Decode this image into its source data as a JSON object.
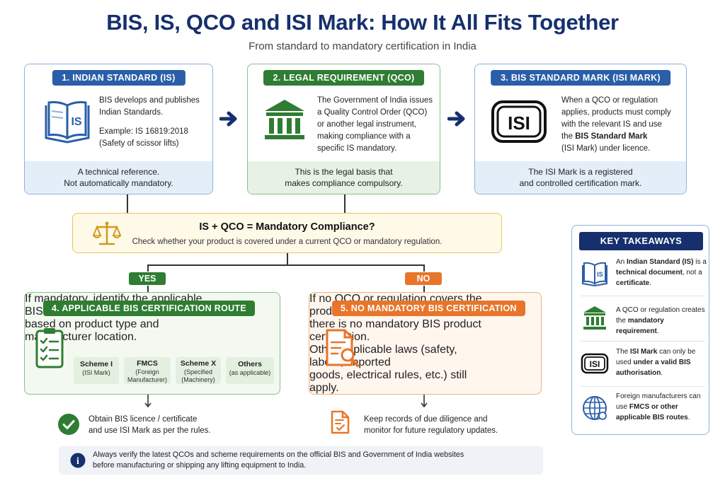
{
  "header": {
    "title": "BIS, IS, QCO and ISI Mark: How It All Fits Together",
    "subtitle": "From standard to mandatory certification in India"
  },
  "colors": {
    "navy": "#16306e",
    "blue": "#2a5ea8",
    "green": "#2e7d32",
    "orange": "#e8752a",
    "amber": "#e8c55a"
  },
  "cards": [
    {
      "pill": "1. INDIAN STANDARD (IS)",
      "lines": [
        "BIS develops and publishes",
        "Indian Standards."
      ],
      "lines2": [
        "Example: IS 16819:2018",
        "(Safety of scissor lifts)"
      ],
      "foot": [
        "A technical reference.",
        "Not automatically mandatory."
      ],
      "icon_label": "IS"
    },
    {
      "pill": "2. LEGAL REQUIREMENT (QCO)",
      "lines": [
        "The Government of India issues",
        "a Quality Control Order (QCO)",
        "or another legal instrument,",
        "making compliance with a",
        "specific IS mandatory."
      ],
      "foot": [
        "This is the legal basis that",
        "makes compliance compulsory."
      ]
    },
    {
      "pill": "3. BIS STANDARD MARK (ISI MARK)",
      "line1": "When a QCO or regulation",
      "line2": "applies, products must comply",
      "line3": "with the relevant IS and use",
      "line4_pre": "the ",
      "line4_bold": "BIS Standard Mark",
      "line5": "(ISI Mark) under licence.",
      "foot": [
        "The ISI Mark is a registered",
        "and controlled certification mark."
      ],
      "icon_label": "ISI"
    }
  ],
  "question": {
    "title": "IS + QCO = Mandatory Compliance?",
    "sub": "Check whether your product is covered under a current QCO or mandatory regulation.",
    "yes": "YES",
    "no": "NO"
  },
  "route": {
    "pill": "4. APPLICABLE BIS CERTIFICATION ROUTE",
    "lines": [
      "If mandatory, identify the applicable BIS scheme",
      "based on product type and manufacturer location."
    ],
    "schemes": [
      {
        "name": "Scheme I",
        "sub": [
          "(ISI Mark)"
        ]
      },
      {
        "name": "FMCS",
        "sub": [
          "(Foreign",
          "Manufacturer)"
        ]
      },
      {
        "name": "Scheme X",
        "sub": [
          "(Specified",
          "(Machinery)"
        ]
      },
      {
        "name": "Others",
        "sub": [
          "(as applicable)"
        ]
      }
    ],
    "outcome": [
      "Obtain BIS licence / certificate",
      "and use ISI Mark as per the rules."
    ]
  },
  "no_route": {
    "pill": "5. NO MANDATORY BIS CERTIFICATION",
    "lines": [
      "If no QCO or regulation covers the product,",
      "there is no mandatory BIS product certification.",
      "Other applicable laws (safety, labour, imported",
      "goods, electrical rules, etc.) still apply."
    ],
    "outcome": [
      "Keep records of due diligence and",
      "monitor for future regulatory updates."
    ]
  },
  "takeaways": {
    "title": "KEY TAKEAWAYS",
    "items": [
      {
        "icon": "book-icon",
        "icon_label": "IS",
        "parts": [
          [
            "An ",
            false
          ],
          [
            "Indian Standard (IS)",
            true
          ],
          [
            " is a ",
            false
          ],
          [
            "technical document",
            true
          ],
          [
            ", not a ",
            false
          ],
          [
            "certificate",
            true
          ],
          [
            ".",
            false
          ]
        ]
      },
      {
        "icon": "building-icon",
        "parts": [
          [
            "A QCO or regulation creates the ",
            false
          ],
          [
            "mandatory requirement",
            true
          ],
          [
            ".",
            false
          ]
        ]
      },
      {
        "icon": "isi-mark-icon",
        "icon_label": "ISI",
        "parts": [
          [
            "The ",
            false
          ],
          [
            "ISI Mark",
            true
          ],
          [
            " can only be used ",
            false
          ],
          [
            "under a valid BIS authorisation",
            true
          ],
          [
            ".",
            false
          ]
        ]
      },
      {
        "icon": "globe-icon",
        "parts": [
          [
            "Foreign manufacturers can use ",
            false
          ],
          [
            "FMCS or other applicable BIS routes",
            true
          ],
          [
            ".",
            false
          ]
        ]
      }
    ]
  },
  "note": {
    "icon_label": "i",
    "lines": [
      "Always verify the latest QCOs and scheme requirements on the official BIS and Government of India websites",
      "before manufacturing or shipping any lifting equipment to India."
    ]
  }
}
